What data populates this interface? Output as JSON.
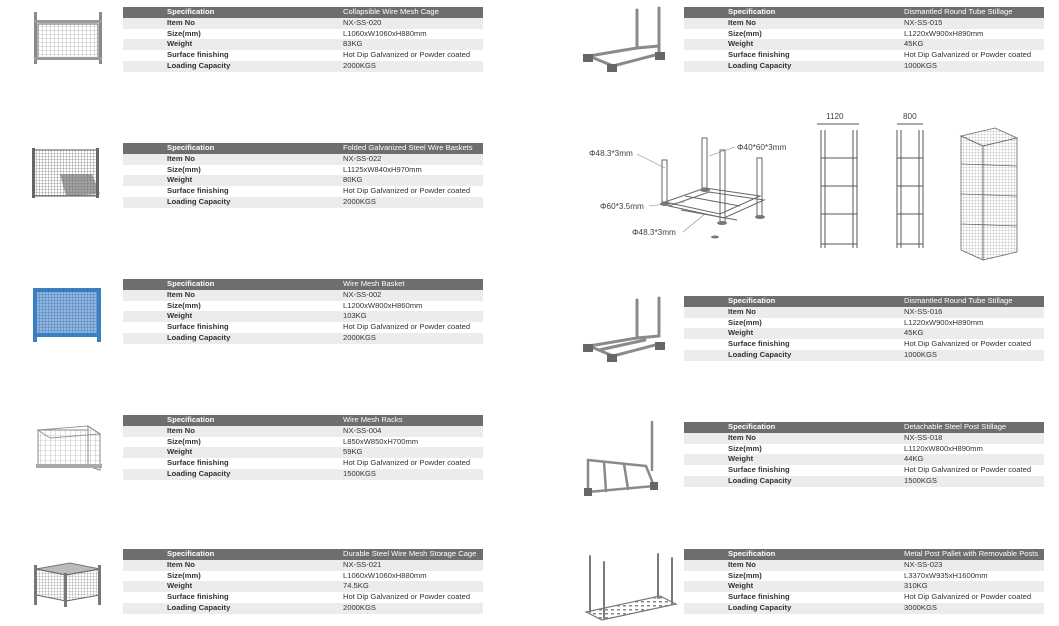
{
  "labels": {
    "specification": "Specification",
    "item_no": "Item No",
    "size": "Size(mm)",
    "weight": "Weight",
    "surface": "Surface finishing",
    "capacity": "Loading Capacity"
  },
  "left_products": [
    {
      "name": "Collapsible Wire Mesh Cage",
      "item_no": "NX-SS-020",
      "size": "L1060xW1060xH880mm",
      "weight": "83KG",
      "surface": "Hot Dip Galvanized or Powder coated",
      "capacity": "2000KGS"
    },
    {
      "name": "Folded Galvanized Steel Wire Baskets",
      "item_no": "NX-SS-022",
      "size": "L1125xW840xH970mm",
      "weight": "80KG",
      "surface": "Hot Dip Galvanized or Powder coated",
      "capacity": "2000KGS"
    },
    {
      "name": "Wire Mesh Basket",
      "item_no": "NX-SS-002",
      "size": "L1200xW800xH860mm",
      "weight": "103KG",
      "surface": "Hot Dip Galvanized or Powder coated",
      "capacity": "2000KGS"
    },
    {
      "name": "Wire Mesh Racks",
      "item_no": "NX-SS-004",
      "size": "L850xW850xH700mm",
      "weight": "59KG",
      "surface": "Hot Dip Galvanized or Powder coated",
      "capacity": "1500KGS"
    },
    {
      "name": "Durable Steel Wire Mesh Storage Cage",
      "item_no": "NX-SS-021",
      "size": "L1060xW1060xH880mm",
      "weight": "74.5KG",
      "surface": "Hot Dip Galvanized or Powder coated",
      "capacity": "2000KGS"
    }
  ],
  "right_products": [
    {
      "name": "Dismantled Round Tube Stillage",
      "item_no": "NX-SS-015",
      "size": "L1220xW900xH890mm",
      "weight": "45KG",
      "surface": "Hot Dip Galvanized or Powder coated",
      "capacity": "1000KGS"
    },
    {
      "name": "Dismantled Round Tube Stillage",
      "item_no": "NX-SS-016",
      "size": "L1220xW900xH890mm",
      "weight": "45KG",
      "surface": "Hot Dip Galvanized or Powder coated",
      "capacity": "1000KGS"
    },
    {
      "name": "Detachable Steel Post Stillage",
      "item_no": "NX-SS-018",
      "size": "L1120xW800xH890mm",
      "weight": "44KG",
      "surface": "Hot Dip Galvanized or Powder coated",
      "capacity": "1500KGS"
    },
    {
      "name": "Metal Post Pallet with Removable Posts",
      "item_no": "NX-SS-023",
      "size": "L3370xW935xH1600mm",
      "weight": "310KG",
      "surface": "Hot Dip Galvanized or Powder coated",
      "capacity": "3000KGS"
    }
  ],
  "drawing": {
    "dim_width_1": "1120",
    "dim_width_2": "800",
    "tube_top_left": "Φ48.3*3mm",
    "tube_top_right": "Φ40*60*3mm",
    "tube_mid": "Φ60*3.5mm",
    "tube_bottom": "Φ48.3*3mm"
  },
  "colors": {
    "header_bg": "#6e6e6e",
    "row_alt_bg": "#ececec",
    "basket_blue": "#3a7fc4",
    "steel_gray": "#9a9a9a"
  }
}
